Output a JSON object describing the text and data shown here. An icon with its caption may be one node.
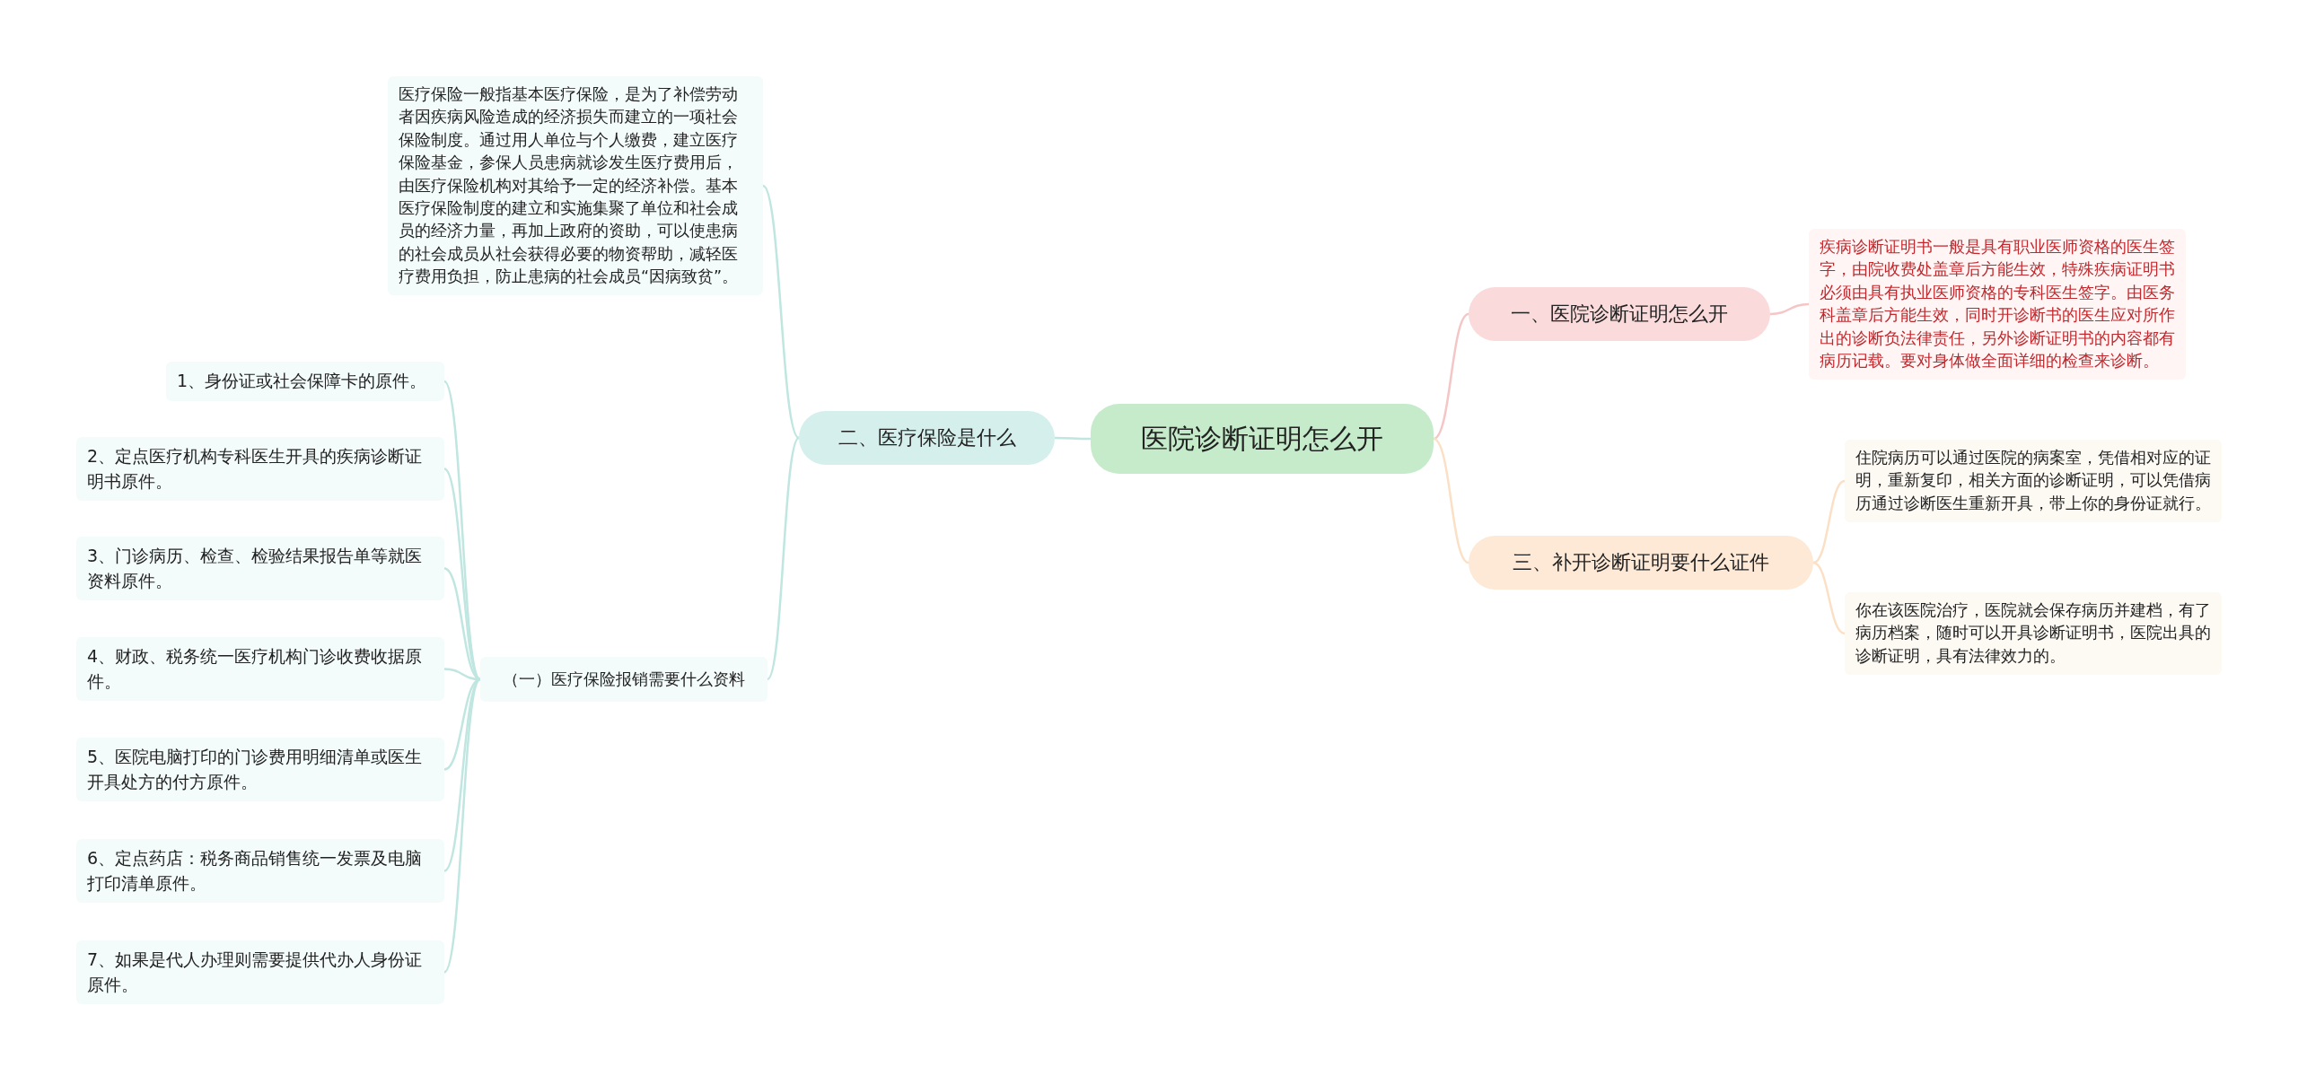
{
  "diagram": {
    "nodes": [
      {
        "text": [
          "医院诊断证明怎么开"
        ]
      },
      {
        "text": [
          "一、医院诊断证明怎么开"
        ]
      },
      {
        "text": [
          "疾病诊断证明书一般是具有职业医师资格的医生签字，由院收费处盖章后方能生效，特殊疾病证明书必须由具有执业医师资格的专科医生签字。由医务科盖章后方能生效，同时开诊断书的医生应对所作出的诊断负法律责任，另外诊断证明书的内容都有病历记载。要对身体做全面详细的检查来诊断。"
        ]
      },
      {
        "text": [
          "二、医疗保险是什么"
        ]
      },
      {
        "text": [
          "医疗保险一般指基本医疗保险，是为了补偿劳动者因疾病风险造成的经济损失而建立的一项社会保险制度。通过用人单位与个人缴费，建立医疗保险基金，参保人员患病就诊发生医疗费用后，由医疗保险机构对其给予一定的经济补偿。基本医疗保险制度的建立和实施集聚了单位和社会成员的经济力量，再加上政府的资助，可以使患病的社会成员从社会获得必要的物资帮助，减轻医疗费用负担，防止患病的社会成员“因病致贫”。"
        ]
      },
      {
        "text": [
          "（一）医疗保险报销需要什么资料"
        ]
      },
      {
        "text": [
          "1、身份证或社会保障卡的原件。"
        ]
      },
      {
        "text": [
          "2、定点医疗机构专科医生开具的疾病诊断证明书原件。"
        ]
      },
      {
        "text": [
          "3、门诊病历、检查、检验结果报告单等就医资料原件。"
        ]
      },
      {
        "text": [
          "4、财政、税务统一医疗机构门诊收费收据原件。"
        ]
      },
      {
        "text": [
          "5、医院电脑打印的门诊费用明细清单或医生开具处方的付方原件。"
        ]
      },
      {
        "text": [
          "6、定点药店：税务商品销售统一发票及电脑打印清单原件。"
        ]
      },
      {
        "text": [
          "7、如果是代人办理则需要提供代办人身份证原件。"
        ]
      },
      {
        "text": [
          "三、补开诊断证明要什么证件"
        ]
      },
      {
        "text": [
          "住院病历可以通过医院的病案室，凭借相对应的证明，重新复印，相关方面的诊断证明，可以凭借病历通过诊断医生重新开具，带上你的身份证就行。"
        ]
      },
      {
        "text": [
          "你在该医院治疗，医院就会保存病历并建档，有了病历档案，随时可以开具诊断证明书，医院出具的诊断证明，具有法律效力的。"
        ]
      }
    ],
    "edges": [
      {
        "from": 0,
        "to": 1,
        "arrow": "none",
        "color": "#f4c6c6"
      },
      {
        "from": 1,
        "to": 2,
        "arrow": "none",
        "color": "#f4c6c6"
      },
      {
        "from": 0,
        "to": 3,
        "arrow": "none"
      },
      {
        "from": 3,
        "to": 4,
        "arrow": "none"
      },
      {
        "from": 3,
        "to": 5,
        "arrow": "none"
      },
      {
        "from": 5,
        "to": 6,
        "arrow": "none"
      },
      {
        "from": 5,
        "to": 7,
        "arrow": "none"
      },
      {
        "from": 5,
        "to": 8,
        "arrow": "none"
      },
      {
        "from": 5,
        "to": 9,
        "arrow": "none"
      },
      {
        "from": 5,
        "to": 10,
        "arrow": "none"
      },
      {
        "from": 5,
        "to": 11,
        "arrow": "none"
      },
      {
        "from": 5,
        "to": 12,
        "arrow": "none"
      },
      {
        "from": 0,
        "to": 13,
        "arrow": "none",
        "color": "#fbe0c6"
      },
      {
        "from": 13,
        "to": 14,
        "arrow": "none",
        "color": "#fbe0c6"
      },
      {
        "from": 13,
        "to": 15,
        "arrow": "none",
        "color": "#fbe0c6"
      }
    ]
  }
}
